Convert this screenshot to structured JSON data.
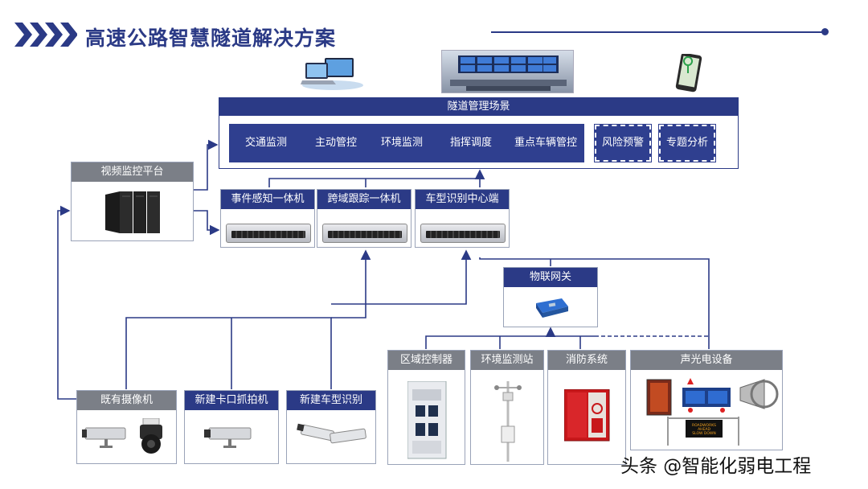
{
  "title": "高速公路智慧隧道解决方案",
  "scene": {
    "title": "隧道管理场景",
    "cells": [
      "交通监测",
      "主动管控",
      "环境监测",
      "指挥调度",
      "重点车辆管控"
    ],
    "extra": [
      "风险预警",
      "专题分析"
    ]
  },
  "video_platform": "视频监控平台",
  "servers": [
    "事件感知一体机",
    "跨域跟踪一体机",
    "车型识别中心端"
  ],
  "iot_gateway": "物联网关",
  "cameras": [
    "既有摄像机",
    "新建卡口抓拍机",
    "新建车型识别"
  ],
  "devices": [
    "区域控制器",
    "环境监测站",
    "消防系统",
    "声光电设备"
  ],
  "sign_text": [
    "ROADWORKS",
    "AHEAD",
    "SLOW DOWN"
  ],
  "watermark": "头条 @智能化弱电工程",
  "colors": {
    "navy": "#2b3a86",
    "gray_header": "#7b7f87",
    "cell_blue": "#2f3f8f"
  }
}
